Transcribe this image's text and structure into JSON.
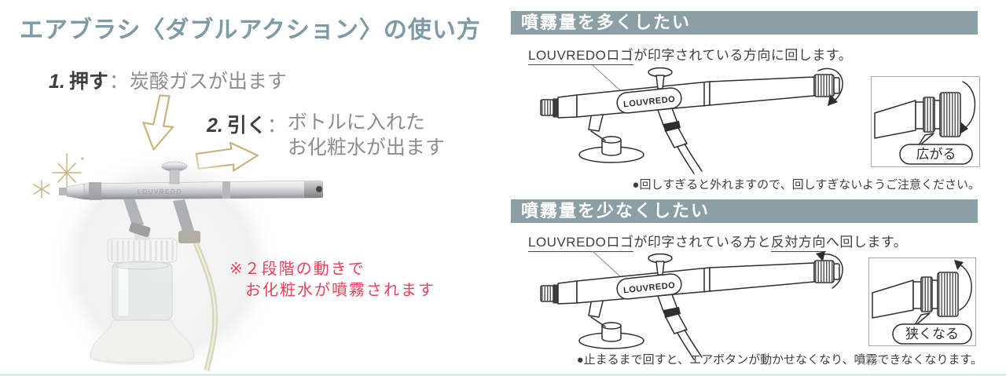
{
  "title": "エアブラシ〈ダブルアクション〉の使い方",
  "steps": {
    "step1": {
      "num": "1.",
      "word": "押す",
      "sep": "：",
      "text": "炭酸ガスが出ます"
    },
    "step2": {
      "num": "2.",
      "word": "引く",
      "sep": "：",
      "line1": "ボトルに入れた",
      "line2": "お化粧水が出ます"
    }
  },
  "photo": {
    "logo": "LOUVREDO"
  },
  "left_note": {
    "line1": "※２段階の動きで",
    "line2": "お化粧水が噴霧されます"
  },
  "sections": [
    {
      "header": "噴霧量を多くしたい",
      "ins_u1": "LOUVREDOロゴ",
      "ins_mid": "が印字されている方向に回します。",
      "ins_u2": "",
      "ins_tail": "",
      "logo": "LOUVREDO",
      "bubble": "広がる",
      "note": "●回しすぎると外れますので、回しすぎないようご注意ください。"
    },
    {
      "header": "噴霧量を少なくしたい",
      "ins_u1": "LOUVREDOロゴ",
      "ins_mid": "が印字されている方と",
      "ins_u2": "反対方向",
      "ins_tail": "へ回します。",
      "logo": "LOUVREDO",
      "bubble": "狭くなる",
      "note": "●止まるまで回すと、エアボタンが動かせなくなり、噴霧できなくなります。"
    }
  ],
  "colors": {
    "header_bg": "#8C9FA4",
    "title": "#7E9AA6",
    "accent_red": "#E8415B",
    "gold": "#C9B37E",
    "text_dark": "#3E3E40",
    "text_gray": "#8E8E8E",
    "line_art": "#2E2E2E"
  }
}
